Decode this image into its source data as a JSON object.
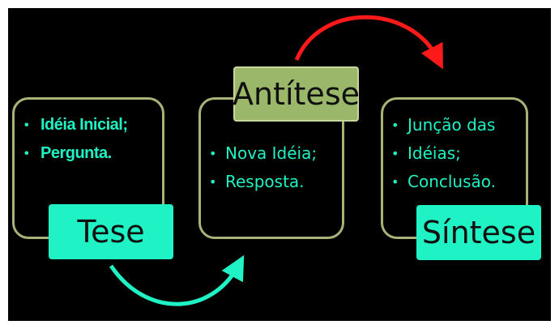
{
  "stages": [
    {
      "title": "Tese",
      "items": [
        "Idéia Inicial;",
        "Pergunta."
      ]
    },
    {
      "title": "Antítese",
      "items": [
        "Nova Idéia;",
        "Resposta."
      ]
    },
    {
      "title": "Síntese",
      "items": [
        "Junção das",
        "Idéias;",
        "Conclusão."
      ]
    }
  ],
  "colors": {
    "background": "#000000",
    "box_border": "#a9b277",
    "text_accent": "#1ff2c4",
    "antitese_fill": "#9bb86a",
    "arrow_top": "#ff1a1a",
    "arrow_bottom": "#1ff2c4"
  }
}
